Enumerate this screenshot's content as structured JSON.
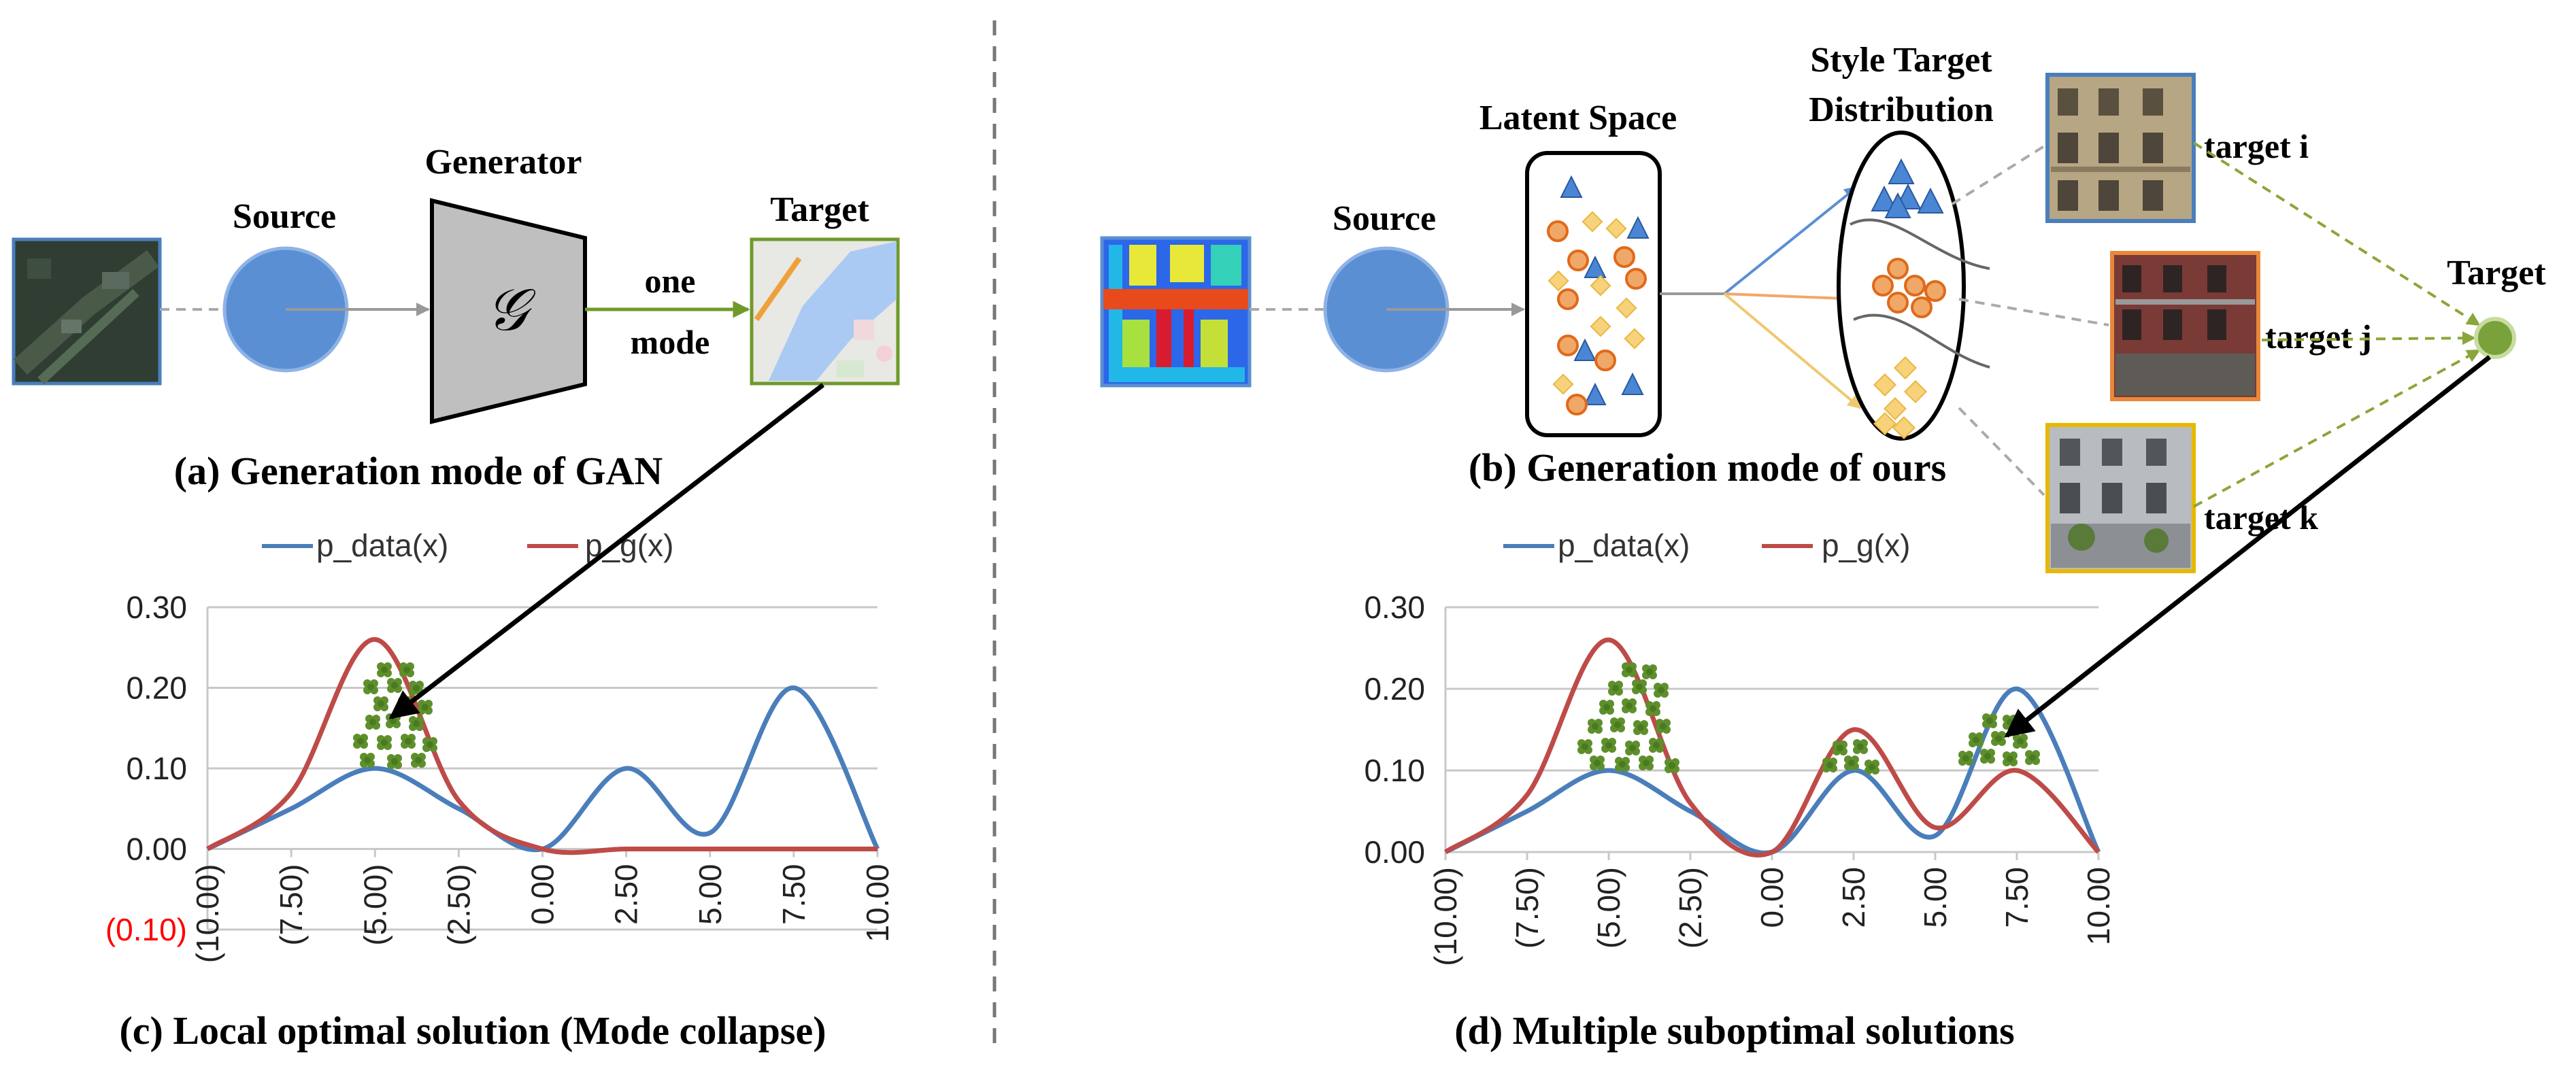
{
  "panel_a": {
    "source_label": "Source",
    "generator_label": "Generator",
    "generator_symbol": "𝒢",
    "target_label": "Target",
    "edge_label_line1": "one",
    "edge_label_line2": "mode",
    "caption": "(a) Generation mode of GAN"
  },
  "panel_b": {
    "source_label": "Source",
    "latent_label": "Latent Space",
    "style_label_line1": "Style Target",
    "style_label_line2": "Distribution",
    "target_i": "target i",
    "target_j": "target j",
    "target_k": "target k",
    "target_label": "Target",
    "caption": "(b) Generation mode of ours"
  },
  "captions": {
    "c": "(c) Local optimal solution (Mode collapse)",
    "d": "(d) Multiple suboptimal solutions"
  },
  "colors": {
    "p_data": "#4a7ebb",
    "p_g": "#be4b48",
    "source_fill": "#5b8fd4",
    "target_dot": "#7aa23a",
    "cluster_green": "#5e8f2c",
    "neg_tick": "#ff0000",
    "frame_target_i": "#4a7ebb",
    "frame_target_j": "#e8883a",
    "frame_target_k": "#e8b800"
  },
  "icons": [
    "source-circle",
    "generator-trapezoid",
    "map-thumbnail",
    "satellite-thumbnail",
    "building-photo",
    "triangle-marker",
    "circle-marker",
    "diamond-marker",
    "clover-marker"
  ],
  "chart_data": [
    {
      "type": "line",
      "legend": [
        "p_data(x)",
        "p_g(x)"
      ],
      "categories": [
        "(10.00)",
        "(7.50)",
        "(5.00)",
        "(2.50)",
        "0.00",
        "2.50",
        "5.00",
        "7.50",
        "10.00"
      ],
      "x": [
        -10,
        -7.5,
        -5,
        -2.5,
        0,
        2.5,
        5,
        7.5,
        10
      ],
      "y_ticks": [
        "0.30",
        "0.20",
        "0.10",
        "0.00",
        "(0.10)"
      ],
      "ylim": [
        -0.1,
        0.3
      ],
      "grid": true,
      "legend_position": "top",
      "series": [
        {
          "name": "p_data(x)",
          "values": [
            0,
            0.05,
            0.1,
            0.05,
            0,
            0.1,
            0.02,
            0.2,
            0
          ]
        },
        {
          "name": "p_g(x)",
          "values": [
            0,
            0.07,
            0.26,
            0.06,
            0,
            0,
            0,
            0,
            0
          ]
        }
      ]
    },
    {
      "type": "line",
      "legend": [
        "p_data(x)",
        "p_g(x)"
      ],
      "categories": [
        "(10.00)",
        "(7.50)",
        "(5.00)",
        "(2.50)",
        "0.00",
        "2.50",
        "5.00",
        "7.50",
        "10.00"
      ],
      "x": [
        -10,
        -7.5,
        -5,
        -2.5,
        0,
        2.5,
        5,
        7.5,
        10
      ],
      "y_ticks": [
        "0.30",
        "0.20",
        "0.10",
        "0.00"
      ],
      "ylim": [
        0,
        0.3
      ],
      "grid": true,
      "legend_position": "top",
      "series": [
        {
          "name": "p_data(x)",
          "values": [
            0,
            0.05,
            0.1,
            0.05,
            0,
            0.1,
            0.02,
            0.2,
            0
          ]
        },
        {
          "name": "p_g(x)",
          "values": [
            0,
            0.07,
            0.26,
            0.06,
            0,
            0.15,
            0.03,
            0.1,
            0
          ]
        }
      ]
    }
  ]
}
